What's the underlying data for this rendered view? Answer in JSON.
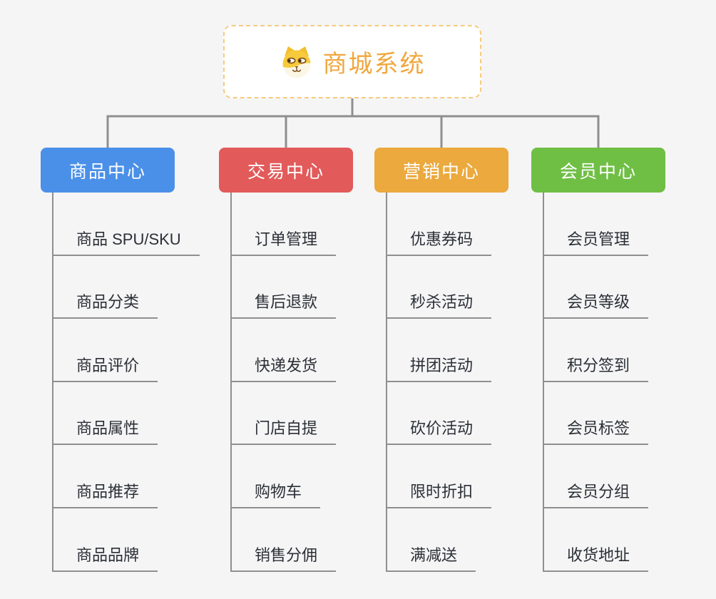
{
  "root": {
    "title": "商城系统",
    "icon": "shiba-dog-icon"
  },
  "branches": [
    {
      "label": "商品中心",
      "color": "#4B90E8",
      "children": [
        "商品 SPU/SKU",
        "商品分类",
        "商品评价",
        "商品属性",
        "商品推荐",
        "商品品牌"
      ]
    },
    {
      "label": "交易中心",
      "color": "#E25A5A",
      "children": [
        "订单管理",
        "售后退款",
        "快递发货",
        "门店自提",
        "购物车",
        "销售分佣"
      ]
    },
    {
      "label": "营销中心",
      "color": "#EBA93E",
      "children": [
        "优惠券码",
        "秒杀活动",
        "拼团活动",
        "砍价活动",
        "限时折扣",
        "满减送"
      ]
    },
    {
      "label": "会员中心",
      "color": "#6FBF45",
      "children": [
        "会员管理",
        "会员等级",
        "积分签到",
        "会员标签",
        "会员分组",
        "收货地址"
      ]
    }
  ],
  "colors": {
    "background": "#F5F5F5",
    "root_border": "#F6CA80",
    "root_title": "#F0A73E",
    "connector": "#8F8F8F",
    "leaf_line": "#8F8F8F",
    "leaf_text": "#2B2F36"
  }
}
